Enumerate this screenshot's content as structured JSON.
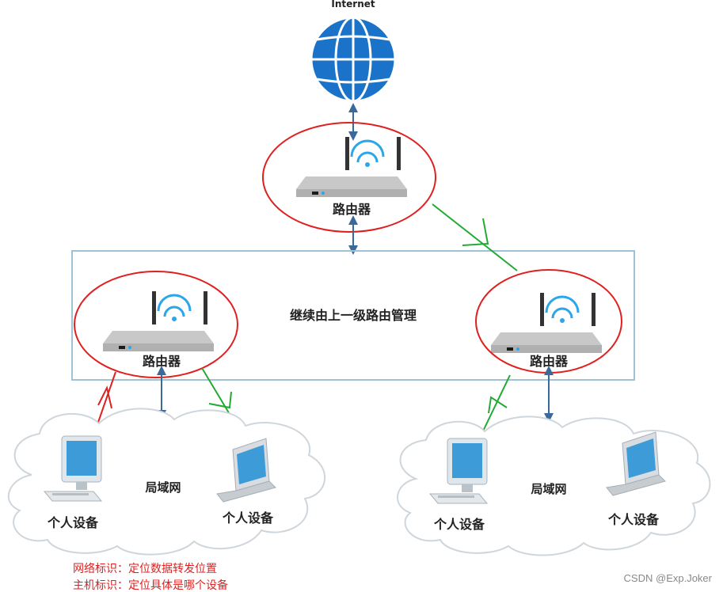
{
  "internet_label": "Internet",
  "top_router_label": "路由器",
  "lan_box_label": "继续由上一级路由管理",
  "left_router_label": "路由器",
  "right_router_label": "路由器",
  "left_lan": {
    "label": "局域网",
    "device_labels": [
      "个人设备",
      "个人设备"
    ]
  },
  "right_lan": {
    "label": "局域网",
    "device_labels": [
      "个人设备",
      "个人设备"
    ]
  },
  "notes": [
    "网络标识：定位数据转发位置",
    "主机标识：定位具体是哪个设备"
  ],
  "watermark": "CSDN @Exp.Joker",
  "colors": {
    "globe": "#1a73c8",
    "link": "#3b6a9a",
    "highlight_ellipse": "#e02020",
    "route_arrow": "#22aa33",
    "lan_box_border": "#9fc3d6",
    "wifi": "#2ba6e8"
  }
}
